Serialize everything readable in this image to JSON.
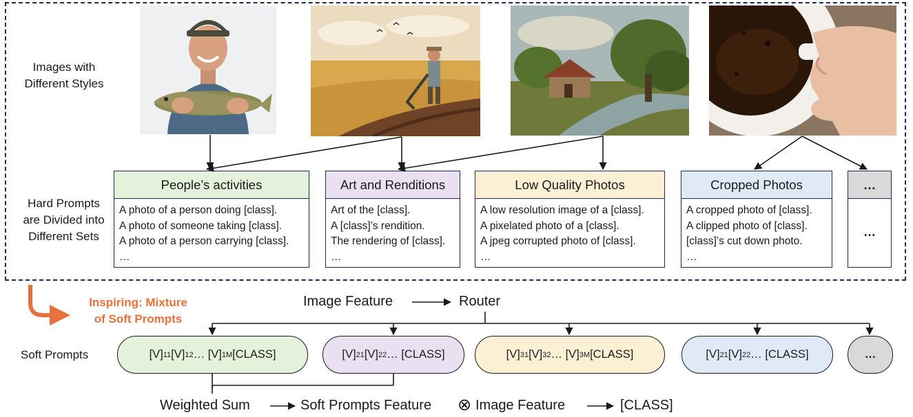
{
  "labels": {
    "images_styles": [
      "Images with",
      "Different Styles"
    ],
    "hard_prompts": [
      "Hard Prompts",
      "are Divided into",
      "Different Sets"
    ],
    "soft_prompts": "Soft Prompts",
    "inspiring": [
      "Inspiring: Mixture",
      "of Soft Prompts"
    ]
  },
  "images": [
    {
      "name": "man-holding-fish",
      "style": "photo"
    },
    {
      "name": "farmer-plowing-field",
      "style": "illustration"
    },
    {
      "name": "cottage-landscape-painting",
      "style": "oil painting"
    },
    {
      "name": "coffee-cup-cropped",
      "style": "cropped photo"
    }
  ],
  "prompt_sets": [
    {
      "title": "People’s activities",
      "color": "#e4f1db",
      "lines": [
        "A photo of a person doing [class].",
        "A photo of someone taking [class].",
        "A photo of a person carrying [class].",
        "…"
      ]
    },
    {
      "title": "Art and Renditions",
      "color": "#e9e1f1",
      "lines": [
        "Art of the [class].",
        "A [class]’s rendition.",
        "The rendering of [class].",
        "…"
      ]
    },
    {
      "title": "Low Quality Photos",
      "color": "#fbf0d3",
      "lines": [
        "A low resolution image of  a [class].",
        "A pixelated photo of a [class].",
        "A jpeg corrupted photo of [class].",
        "…"
      ]
    },
    {
      "title": "Cropped Photos",
      "color": "#dfeaf6",
      "lines": [
        "A cropped photo of [class].",
        "A clipped photo of [class].",
        "[class]’s cut down photo.",
        "…"
      ]
    },
    {
      "title": "…",
      "color": "#d9d9d9",
      "lines": [
        "…"
      ]
    }
  ],
  "router_row": {
    "image_feature": "Image Feature",
    "router": "Router"
  },
  "soft_prompt_pills": [
    {
      "color": "#e4f1db",
      "parts": [
        [
          "[V]",
          "11"
        ],
        [
          "[V]",
          "12"
        ],
        [
          "… [V]",
          "1M"
        ],
        [
          "[CLASS]",
          ""
        ]
      ]
    },
    {
      "color": "#e9e1f1",
      "parts": [
        [
          "[V]",
          "21"
        ],
        [
          "[V]",
          "22"
        ],
        [
          "… [CLASS]",
          ""
        ]
      ]
    },
    {
      "color": "#fbf0d3",
      "parts": [
        [
          "[V]",
          "31"
        ],
        [
          " [V]",
          "32"
        ],
        [
          "… [V]",
          "3M"
        ],
        [
          "[CLASS]",
          ""
        ]
      ]
    },
    {
      "color": "#dfeaf6",
      "parts": [
        [
          "[V]",
          "21"
        ],
        [
          "[V]",
          "22"
        ],
        [
          "… [CLASS]",
          ""
        ]
      ]
    },
    {
      "color": "#d9d9d9",
      "parts": [
        [
          "…",
          ""
        ]
      ]
    }
  ],
  "bottom_row": {
    "weighted_sum": "Weighted Sum",
    "soft_prompts_feature": "Soft Prompts Feature",
    "otimes": "⊗",
    "image_feature": "Image Feature",
    "class": "[CLASS]"
  },
  "colors": {
    "frame": "#1f2a5a",
    "accent": "#e8703a"
  }
}
